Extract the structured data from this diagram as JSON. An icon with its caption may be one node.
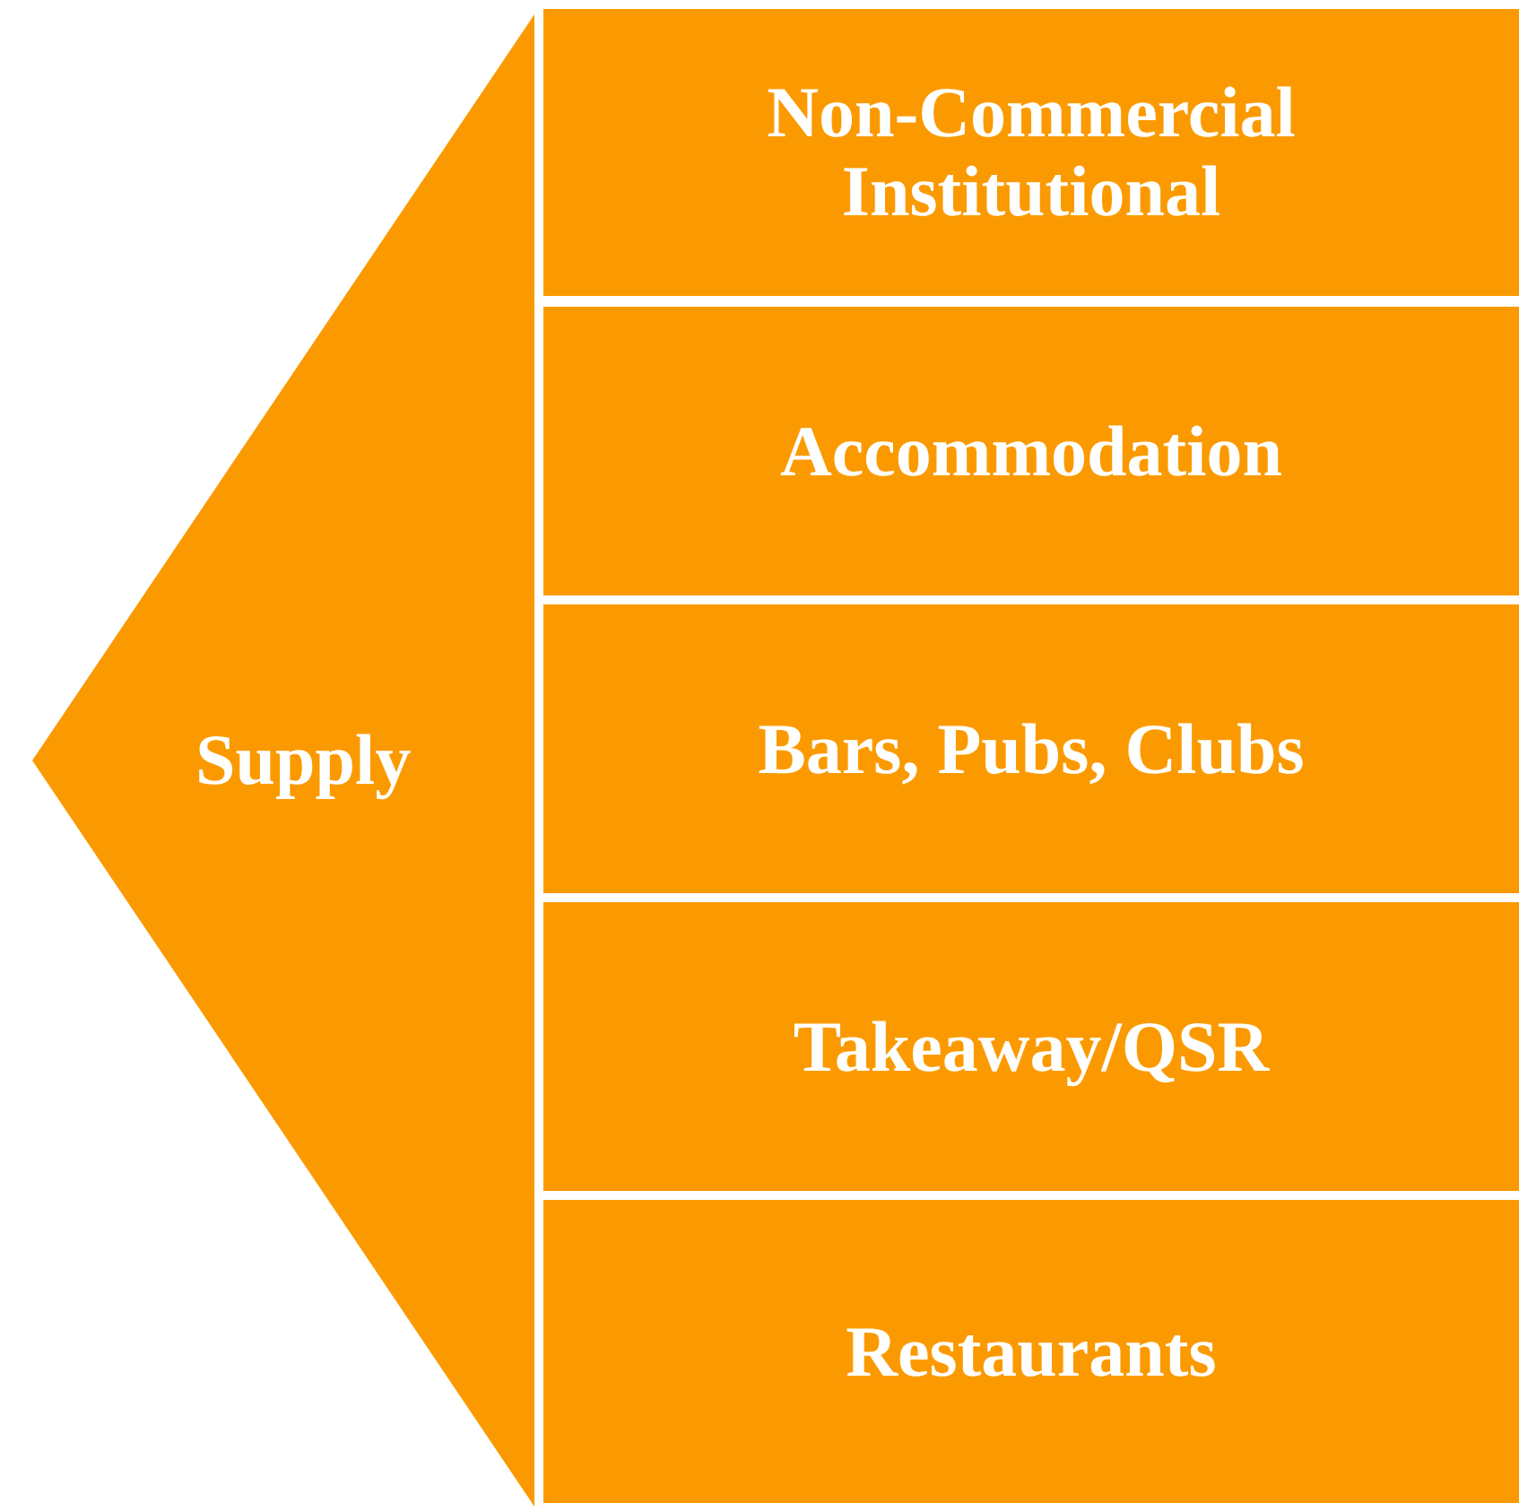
{
  "diagram": {
    "nodes": [
      {
        "text": [
          "Supply"
        ]
      },
      {
        "text": [
          "Non-Commercial Institutional"
        ]
      },
      {
        "text": [
          "Accommodation"
        ]
      },
      {
        "text": [
          "Bars, Pubs, Clubs"
        ]
      },
      {
        "text": [
          "Takeaway/QSR"
        ]
      },
      {
        "text": [
          "Restaurants"
        ]
      }
    ]
  }
}
